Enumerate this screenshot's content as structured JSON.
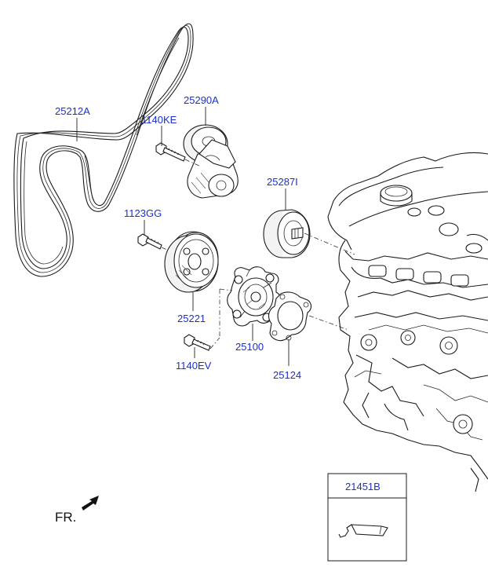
{
  "colors": {
    "label": "#1a2fd0",
    "line": "#1a1a1a",
    "background": "#ffffff"
  },
  "parts": {
    "belt": "25212A",
    "tensioner": "25290A",
    "tensioner_bolt": "1140KE",
    "idler": "25287I",
    "idler_bolt": "1123GG",
    "pulley": "25221",
    "water_pump": "25100",
    "gasket": "25124",
    "pump_bolt": "1140EV"
  },
  "sealant_box": {
    "part_number": "21451B",
    "icon": "sealant-tube-icon"
  },
  "direction": {
    "label": "FR.",
    "icon": "front-arrow-icon"
  }
}
